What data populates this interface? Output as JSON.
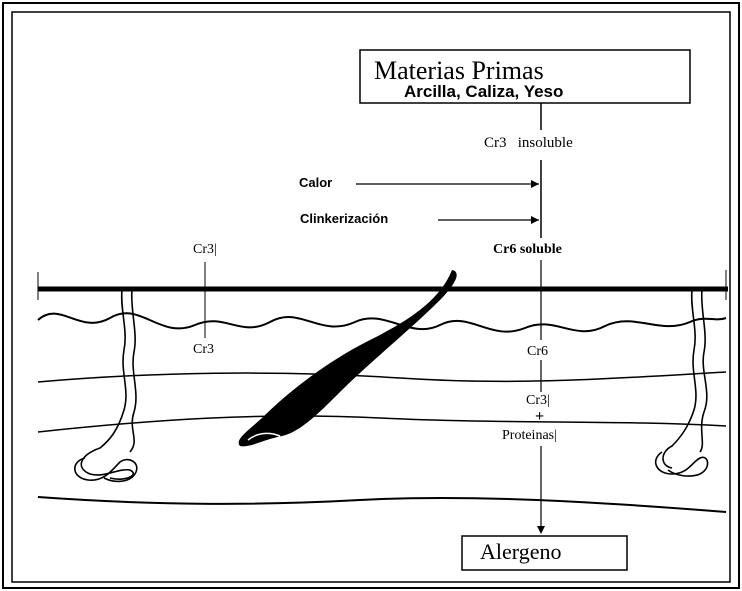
{
  "diagram": {
    "raw_materials": {
      "title": "Materias Primas",
      "subtitle": "Arcilla, Caliza, Yeso"
    },
    "steps": {
      "cr3_insoluble": "Cr3   insoluble",
      "heat": "Calor",
      "clinkerization": "Clinkerización",
      "cr6_soluble": "Cr6 soluble"
    },
    "skin_labels": {
      "cr3_top_left": "Cr3|",
      "cr3_bottom_left": "Cr3",
      "cr6_dermis": "Cr6",
      "cr3_reduced": "Cr3|",
      "plus": "+",
      "proteins": "Proteinas|"
    },
    "result": {
      "allergen": "Alergeno"
    }
  }
}
